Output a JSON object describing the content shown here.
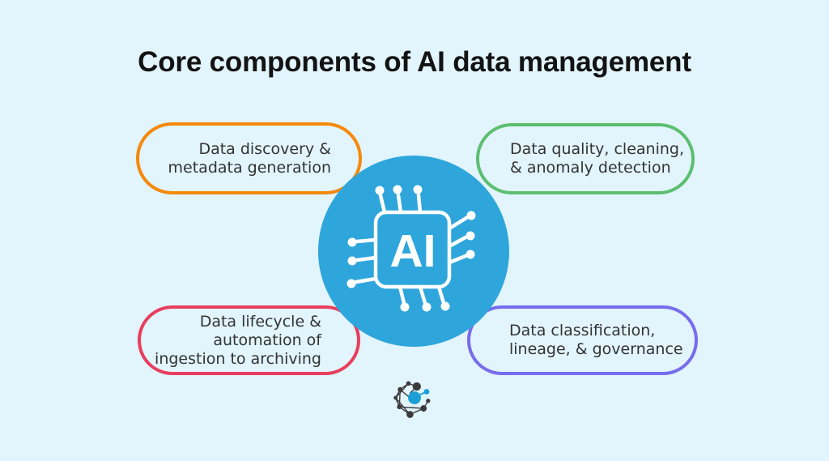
{
  "title": "Core components of AI data management",
  "colors": {
    "background": "#E2F4FC",
    "title_text": "#131313",
    "pill_text": "#333333",
    "hub_blue": "#2EA6DC",
    "orange": "#F5890B",
    "green": "#5CBF70",
    "red": "#E83E5D",
    "purple": "#776CEC",
    "logo_dark": "#3B3B3B",
    "logo_blue": "#1B9FD6"
  },
  "hub": {
    "label": "AI",
    "icon": "ai-chip-icon"
  },
  "components": [
    {
      "position": "top-left",
      "color_name": "orange",
      "border_color": "#F5890B",
      "lines": [
        "Data discovery &",
        "metadata generation"
      ]
    },
    {
      "position": "top-right",
      "color_name": "green",
      "border_color": "#5CBF70",
      "lines": [
        "Data quality, cleaning,",
        "& anomaly detection"
      ]
    },
    {
      "position": "bottom-left",
      "color_name": "red",
      "border_color": "#E83E5D",
      "lines": [
        "Data lifecycle &",
        "automation of",
        "ingestion to archiving"
      ]
    },
    {
      "position": "bottom-right",
      "color_name": "purple",
      "border_color": "#776CEC",
      "lines": [
        "Data classification,",
        "lineage, & governance"
      ]
    }
  ],
  "logo": {
    "name": "network-logo"
  }
}
